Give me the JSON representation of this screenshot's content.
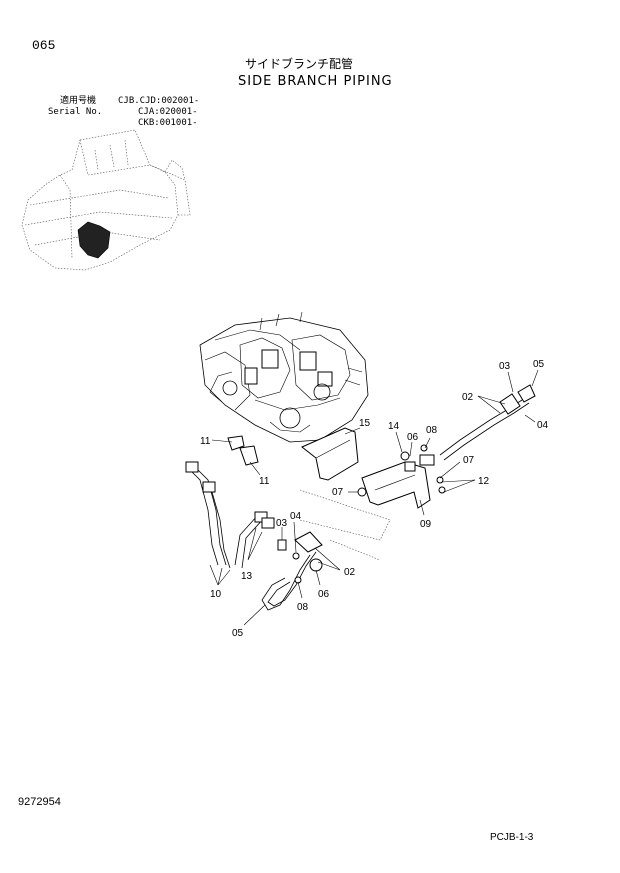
{
  "page_number": "065",
  "title_jp": "サイドブランチ配管",
  "title_en": "SIDE BRANCH PIPING",
  "serial": {
    "head_label": "適用号機",
    "label": "Serial No.",
    "values": [
      "CJB.CJD:002001-",
      "CJA:020001-",
      "CKB:001001-"
    ]
  },
  "doc_number": "9272954",
  "page_code": "PCJB-1-3",
  "callouts": {
    "c_03a": "03",
    "c_05a": "05",
    "c_02a": "02",
    "c_04a": "04",
    "c_15": "15",
    "c_14": "14",
    "c_06a": "06",
    "c_08a": "08",
    "c_11a": "11",
    "c_11b": "11",
    "c_07a": "07",
    "c_07b": "07",
    "c_12": "12",
    "c_09": "09",
    "c_04b": "04",
    "c_03b": "03",
    "c_13": "13",
    "c_02b": "02",
    "c_10": "10",
    "c_08b": "08",
    "c_06b": "06",
    "c_05b": "05"
  }
}
